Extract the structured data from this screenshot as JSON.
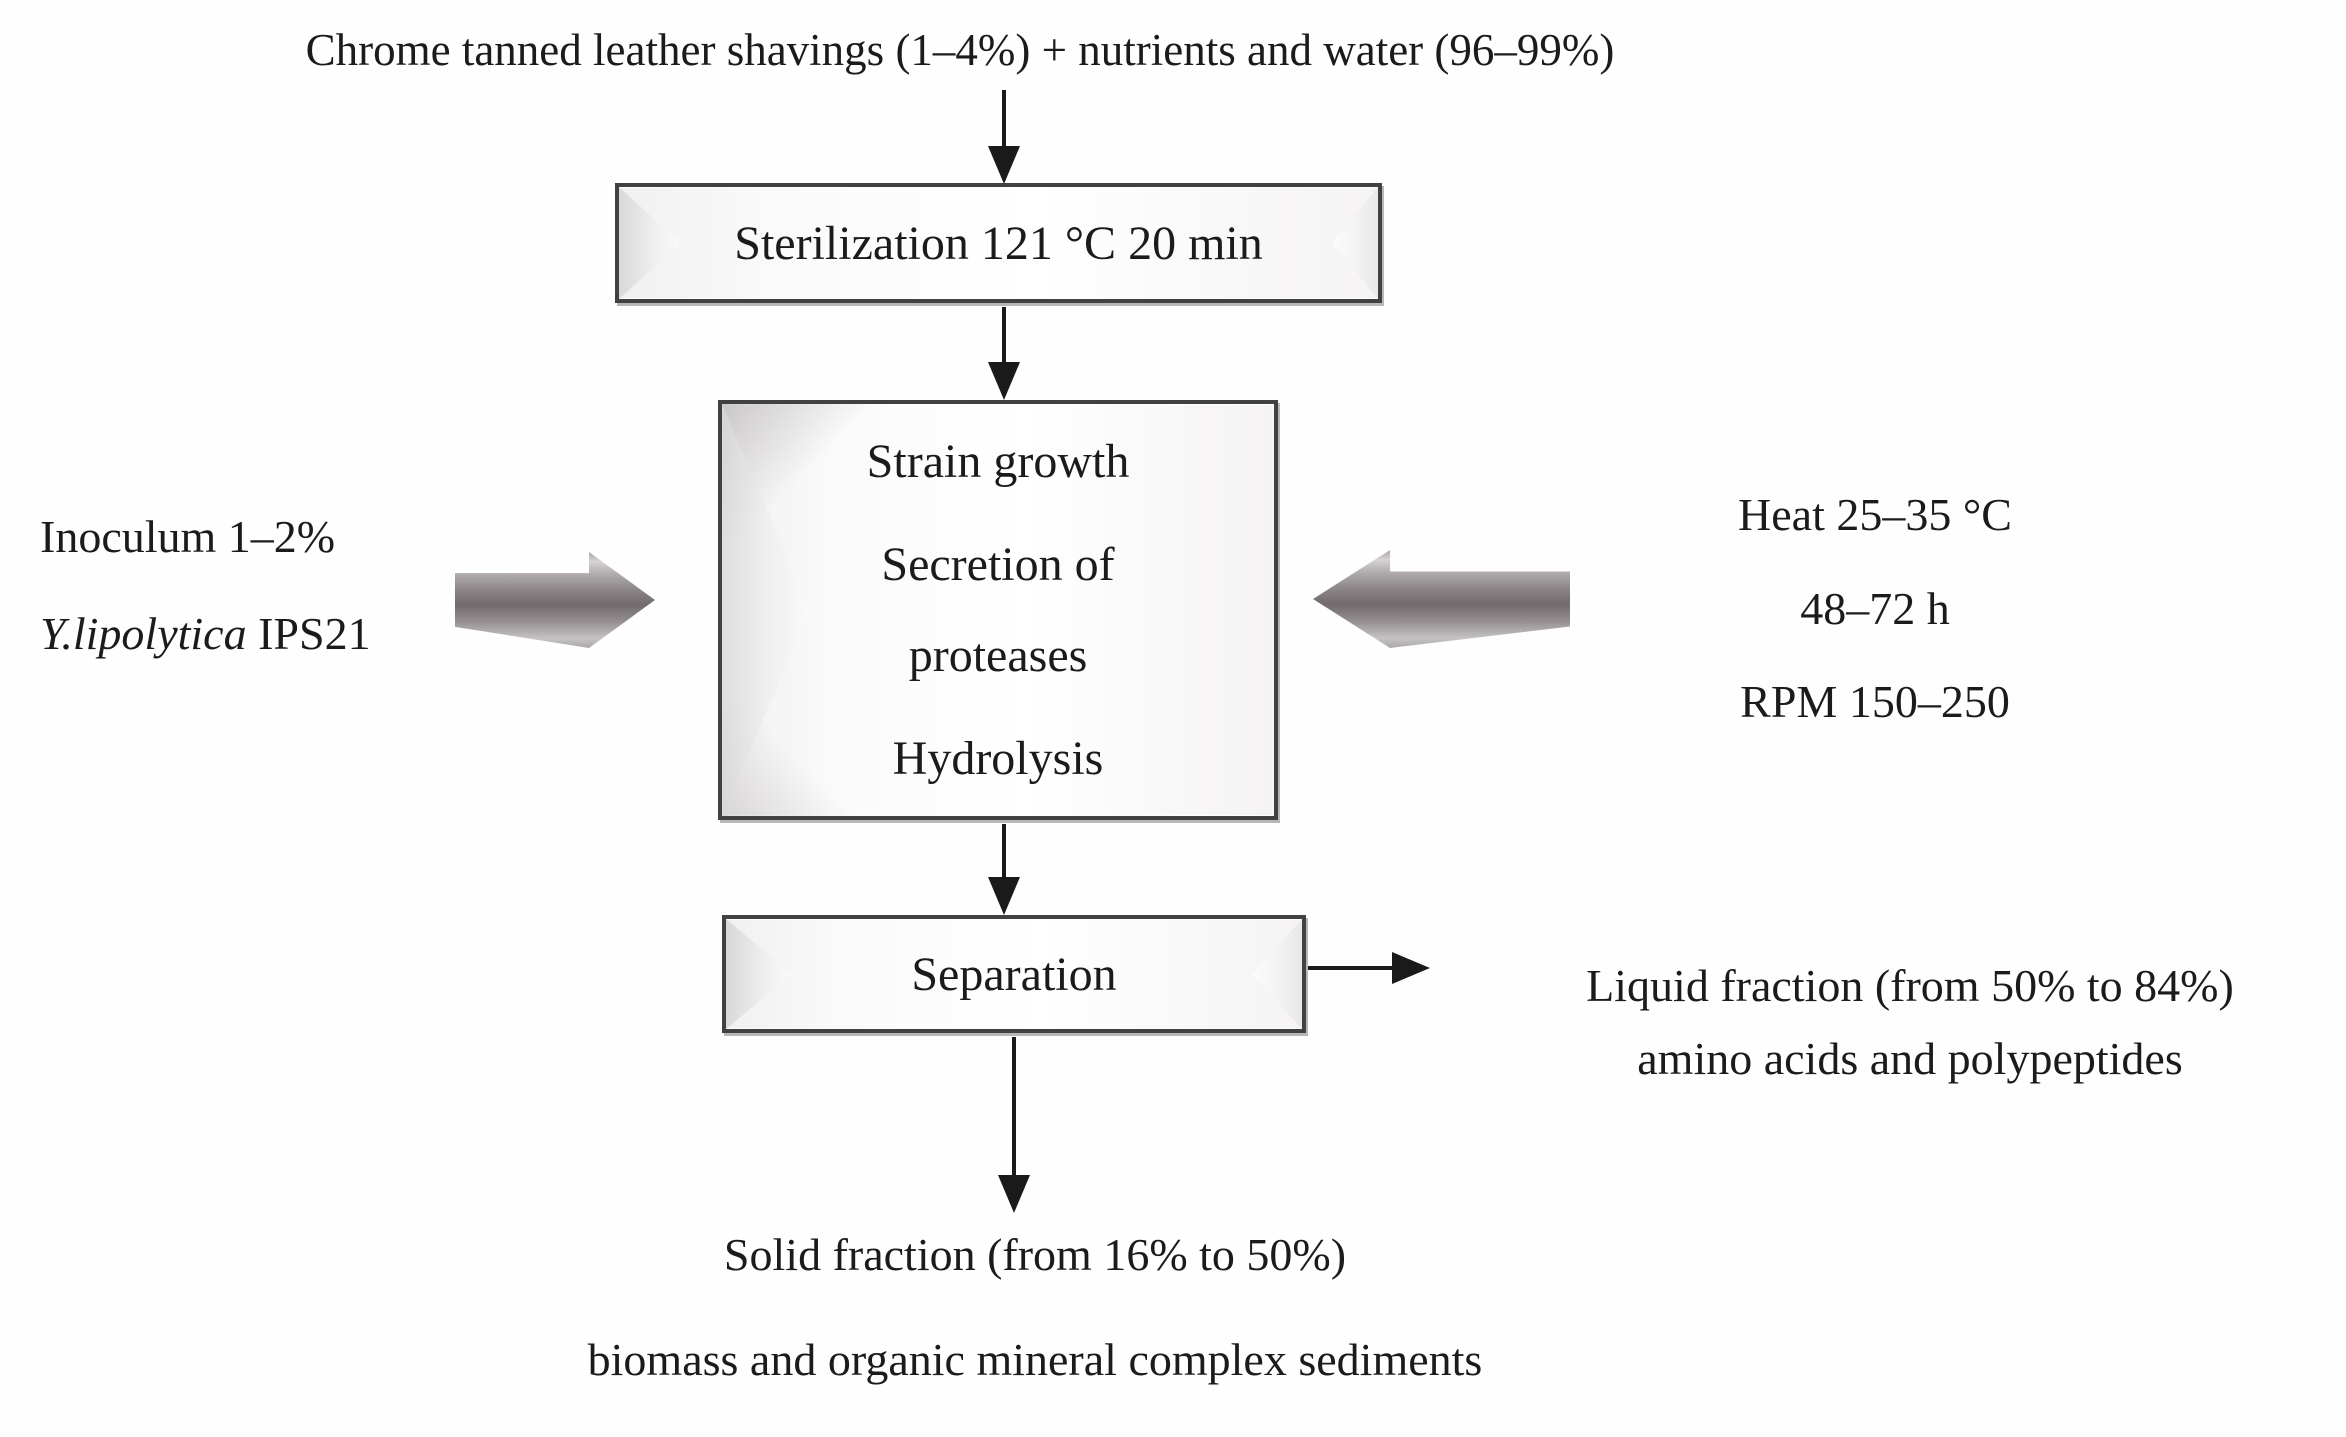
{
  "diagram": {
    "top_input": "Chrome tanned leather shavings (1–4%) + nutrients and water (96–99%)",
    "sterilization_box": {
      "label": "Sterilization 121 °C 20 min"
    },
    "main_box": {
      "line1": "Strain growth",
      "line2": "Secretion of proteases",
      "line3": "Hydrolysis"
    },
    "inoculum_label": {
      "line1": "Inoculum 1–2%",
      "line2_italic": "Y.lipolytica",
      "line2_rest": " IPS21"
    },
    "conditions_label": {
      "line1": "Heat 25–35 °C",
      "line2": "48–72 h",
      "line3": "RPM 150–250"
    },
    "separation_box": {
      "label": "Separation"
    },
    "liquid_output": {
      "line1": "Liquid fraction (from 50% to 84%)",
      "line2": "amino acids and polypeptides"
    },
    "solid_output": {
      "line1": "Solid fraction (from 16% to 50%)",
      "line2": "biomass and organic mineral complex sediments"
    },
    "icons": {
      "flow_arrows": "thin-black-arrow-down",
      "separation_output_arrow": "thin-black-arrow-right",
      "inoculum_arrow": "gray-3d-block-arrow-right",
      "conditions_arrow": "gray-3d-block-arrow-left"
    },
    "colors": {
      "bg": "#fefefe",
      "ink": "#1b1b1b",
      "line": "#1a1a1a",
      "box-border": "#414141",
      "block-arrow-dark": "#716b6d",
      "block-arrow-light": "#d7d4d5"
    }
  }
}
